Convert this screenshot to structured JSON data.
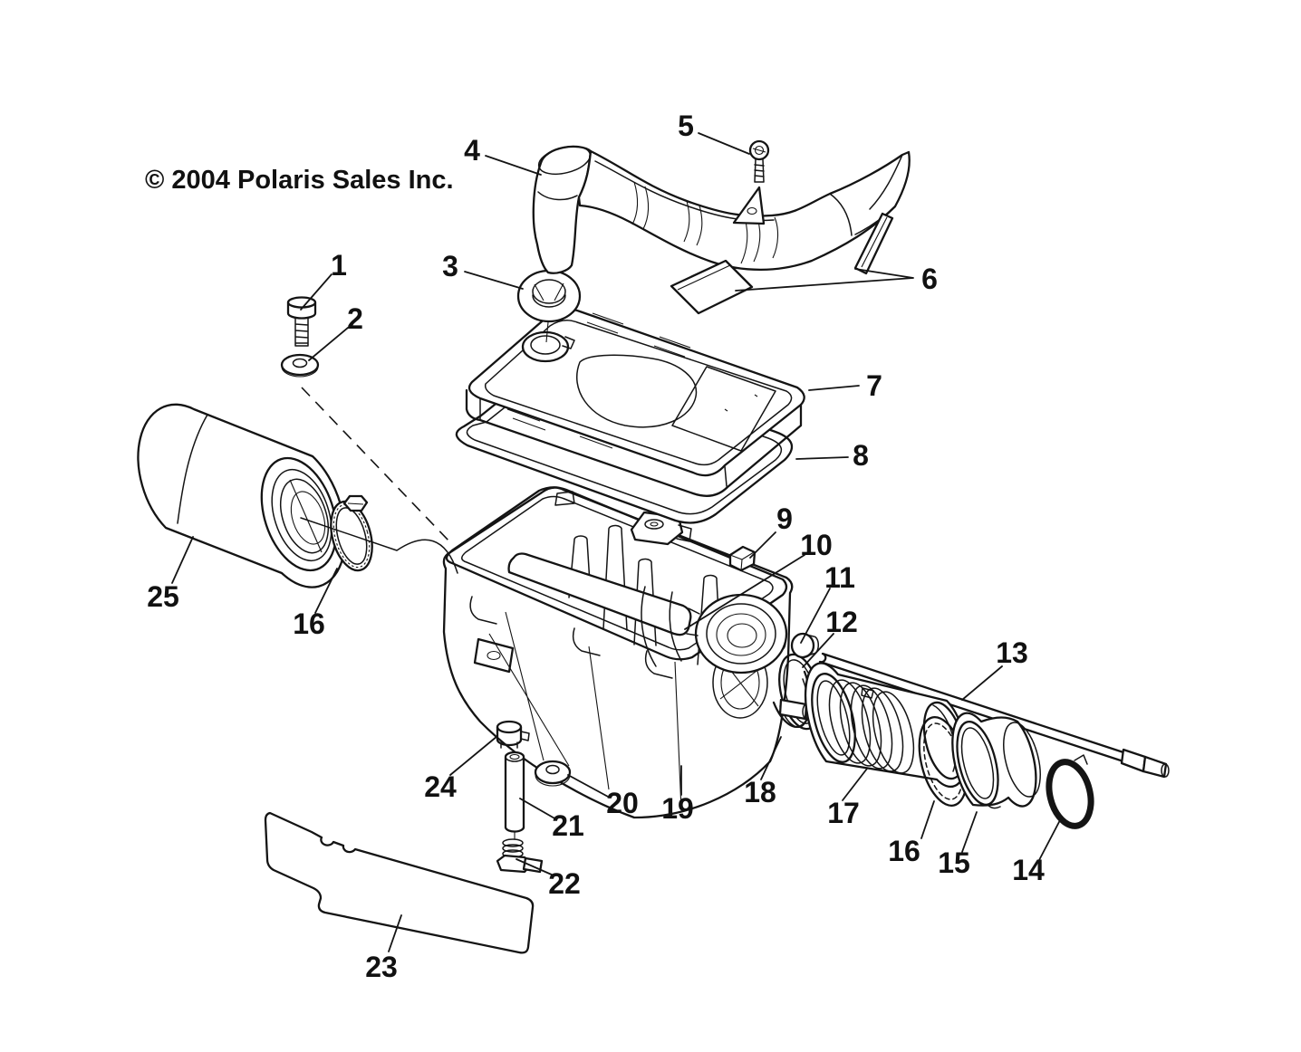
{
  "copyright": "© 2004 Polaris Sales Inc.",
  "callouts": [
    {
      "number": "1"
    },
    {
      "number": "2"
    },
    {
      "number": "3"
    },
    {
      "number": "4"
    },
    {
      "number": "5"
    },
    {
      "number": "6"
    },
    {
      "number": "7"
    },
    {
      "number": "8"
    },
    {
      "number": "9"
    },
    {
      "number": "10"
    },
    {
      "number": "11"
    },
    {
      "number": "12"
    },
    {
      "number": "13"
    },
    {
      "number": "14"
    },
    {
      "number": "15"
    },
    {
      "number": "16"
    },
    {
      "number": "17"
    },
    {
      "number": "18"
    },
    {
      "number": "19"
    },
    {
      "number": "20"
    },
    {
      "number": "21"
    },
    {
      "number": "22"
    },
    {
      "number": "23"
    },
    {
      "number": "24"
    },
    {
      "number": "25"
    },
    {
      "number": "16"
    }
  ]
}
